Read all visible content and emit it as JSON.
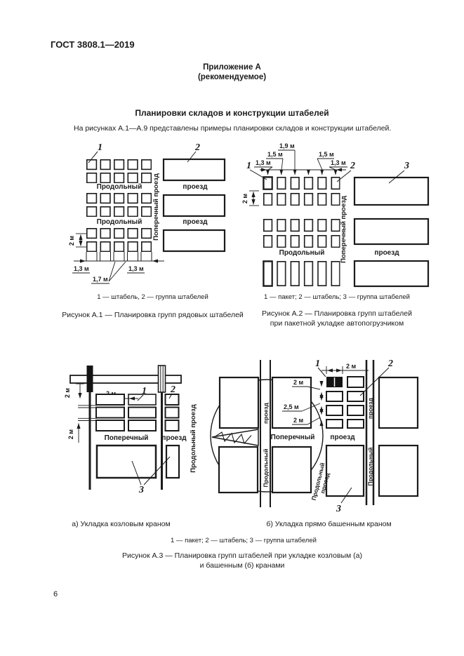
{
  "page": {
    "header": "ГОСТ 3808.1—2019",
    "appendix": "Приложение А",
    "appendix_note": "(рекомендуемое)",
    "title": "Планировки складов и конструкции штабелей",
    "intro": "На рисунках А.1—А.9 представлены примеры планировки складов и конструкции штабелей.",
    "page_number": "6"
  },
  "fig_a1": {
    "callout_1": "1",
    "callout_2": "2",
    "longitudinal_top": "Продольный",
    "longitudinal_bottom": "Продольный",
    "transverse_vertical": "Поперечный проезд",
    "drive_top": "проезд",
    "drive_bottom": "проезд",
    "dim_vertical": "2 м",
    "dim_left": "1,3 м",
    "dim_mid": "1,7 м",
    "dim_right": "1,3 м",
    "legend": "1 — штабель, 2 — группа штабелей",
    "caption": "Рисунок А.1 — Планировка групп рядовых штабелей"
  },
  "fig_a2": {
    "callout_1": "1",
    "callout_2": "2",
    "callout_3": "3",
    "dim_13_left": "1,3 м",
    "dim_15_left": "1,5 м",
    "dim_19": "1,9 м",
    "dim_15_right": "1,5 м",
    "dim_13_right": "1,3 м",
    "dim_vertical": "2 м",
    "longitudinal": "Продольный",
    "transverse_vertical": "Поперечный проезд",
    "drive": "проезд",
    "legend": "1 — пакет; 2 — штабель; 3 — группа штабелей",
    "caption_line1": "Рисунок А.2 — Планировка групп штабелей",
    "caption_line2": "при пакетной укладке автопогрузчиком"
  },
  "fig_a3a": {
    "callout_1": "1",
    "callout_2": "2",
    "callout_3": "3",
    "dim_v_top": "2 м",
    "dim_h": "2 м",
    "dim_v_bottom": "2 м",
    "transverse": "Поперечный",
    "drive": "проезд",
    "longitudinal_vertical": "Продольный проезд"
  },
  "fig_a3b": {
    "callout_1": "1",
    "callout_2": "2",
    "callout_3": "3",
    "dim_top": "2 м",
    "dim_row1": "2 м",
    "dim_row2": "2,5 м",
    "dim_row3": "2 м",
    "road_left_top": "проезд",
    "road_left_bottom": "Продольный",
    "transverse": "Поперечный",
    "drive": "проезд",
    "center_vert_line1": "Продольный",
    "center_vert_line2": "проезд",
    "road_right_top": "проезд",
    "road_right_bottom": "Продольный"
  },
  "fig_a3": {
    "sub_a": "а)  Укладка козловым краном",
    "sub_b": "б)  Укладка прямо башенным краном",
    "legend": "1 — пакет; 2 — штабель; 3 — группа штабелей",
    "caption_line1": "Рисунок А.3 — Планировка групп штабелей при укладке козловым (а)",
    "caption_line2": "и башенным (б) кранами"
  }
}
